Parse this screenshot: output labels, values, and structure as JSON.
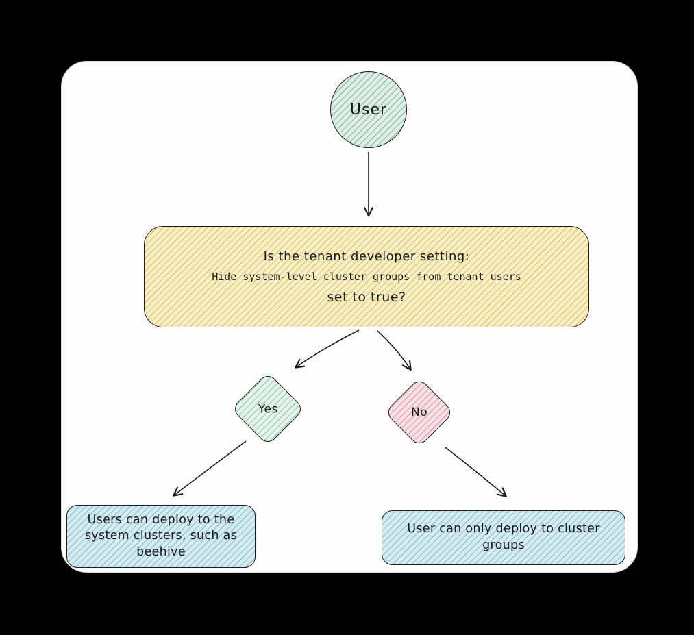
{
  "diagram": {
    "nodes": {
      "user": {
        "label": "User"
      },
      "question": {
        "line1": "Is the tenant developer setting:",
        "line2": "Hide system-level cluster groups from tenant users",
        "line3": "set to true?"
      },
      "yes": {
        "label": "Yes"
      },
      "no": {
        "label": "No"
      },
      "result_yes": {
        "label": "Users can deploy to the system clusters, such as beehive"
      },
      "result_no": {
        "label": "User can only deploy to cluster groups"
      }
    },
    "colors": {
      "canvas_bg": "#000000",
      "card_bg": "#fdfdfd",
      "stroke": "#1b1b1b",
      "user_fill": "#e0efe7",
      "question_fill": "#f8efc4",
      "yes_fill": "#e5f4eb",
      "no_fill": "#f7e0e6",
      "result_fill": "#d5ecf3"
    }
  }
}
